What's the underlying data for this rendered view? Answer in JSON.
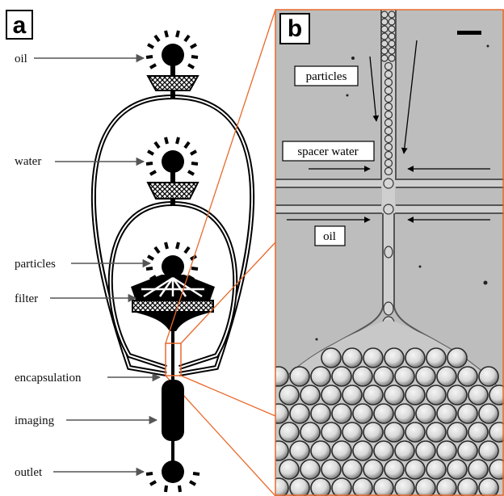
{
  "panel_a": {
    "letter": "a",
    "labels": {
      "oil": "oil",
      "water": "water",
      "particles": "particles",
      "filter": "filter",
      "encapsulation": "encapsulation",
      "imaging": "imaging",
      "outlet": "outlet"
    }
  },
  "panel_b": {
    "letter": "b",
    "labels": {
      "particles": "particles",
      "spacer_water": "spacer water",
      "oil": "oil"
    }
  },
  "colors": {
    "highlight": "#e8692c",
    "micrograph_bg": "#bdbdbd",
    "ink": "#000000"
  }
}
